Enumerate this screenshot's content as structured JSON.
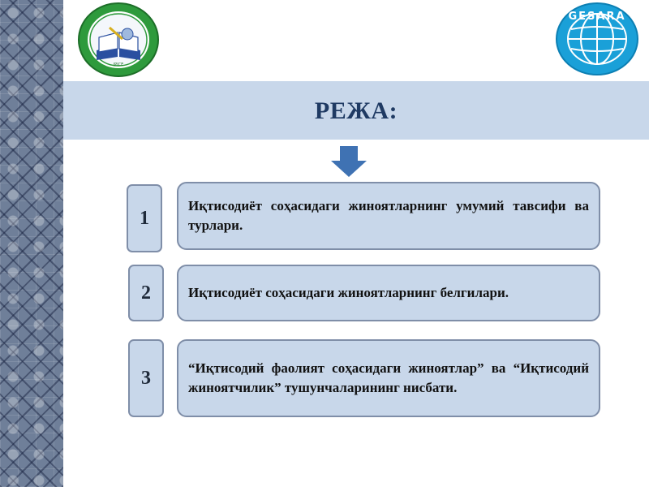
{
  "slide": {
    "title": "РЕЖА:",
    "items": [
      {
        "number": "1",
        "text": "Иқтисодиёт соҳасидаги жиноятларнинг умумий тавсифи ва турлари."
      },
      {
        "number": "2",
        "text": "Иқтисодиёт соҳасидаги жиноятларнинг белгилари."
      },
      {
        "number": "3",
        "text": "“Иқтисодий фаолият соҳасидаги жиноятлар” ва “Иқтисодий жиноятчилик” тушунчаларининг нисбати."
      }
    ]
  },
  "logos": {
    "left": {
      "text_small": "IPICE"
    },
    "right": {
      "text": "GESARA"
    }
  },
  "colors": {
    "band": "#c8d7ea",
    "title": "#1f3a63",
    "arrow": "#3f72b3",
    "box_border": "#7f8ea8"
  }
}
